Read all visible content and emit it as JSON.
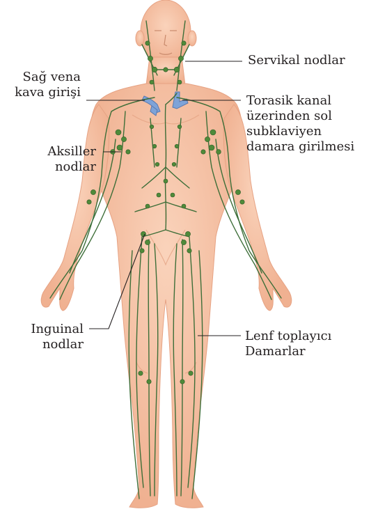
{
  "labels": {
    "servikal": "Servikal nodlar",
    "sag_vena": "Sağ vena\nkava girişi",
    "torasik": "Torasik kanal\nüzerinden sol\nsubklaviyen\ndamara girilmesi",
    "aksiller": "Aksiller\nnodlar",
    "inguinal": "Inguinal\nnodlar",
    "lenf": "Lenf toplayıcı\nDamarlar"
  },
  "colors": {
    "skin": "#f7c3a6",
    "skin_shade": "#eaa585",
    "vessel": "#3d6e38",
    "node": "#4f8a3a",
    "vein": "#7ea3d8",
    "leader": "#231f20"
  }
}
